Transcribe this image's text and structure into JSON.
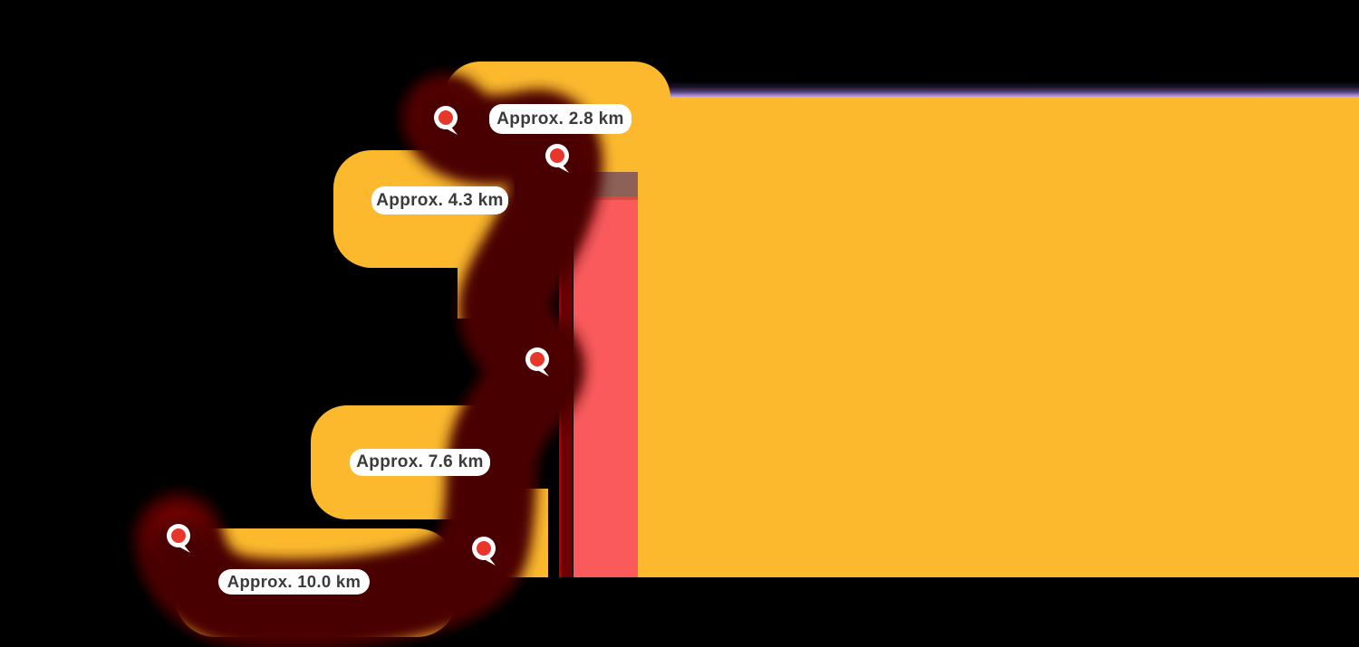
{
  "map": {
    "background_color": "#000000",
    "land_color": "#FDB92D",
    "zone_pink_color": "#FB5A5C",
    "zone_mauve_color": "#8D6157",
    "zone_divider_color": "#DE4A3E",
    "road_purple_color": "#A285CF",
    "stripe_maroon_color": "#6E0101"
  },
  "route": {
    "core_color": "#C90D06",
    "glow_color": "#8F0300",
    "outer_glow_color": "#4A0000",
    "dash_color": "#FCF1E9",
    "marker_fill_color": "#E8362B",
    "marker_ring_color": "#FFFFFF",
    "marker_count": 5,
    "segments": [
      {
        "label": "Approx. 2.8 km"
      },
      {
        "label": "Approx. 4.3 km"
      },
      {
        "label": "Approx. 7.6 km"
      },
      {
        "label": "Approx. 10.0 km"
      }
    ]
  }
}
